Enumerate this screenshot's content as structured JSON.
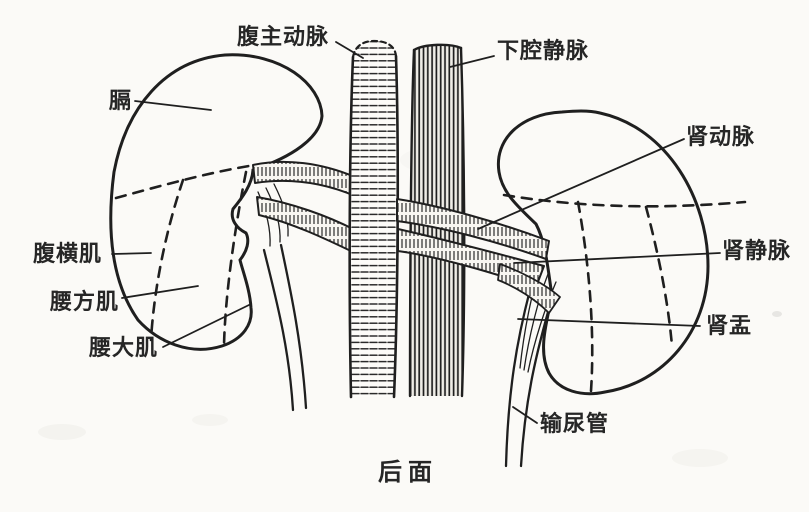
{
  "figure": {
    "caption": "后面",
    "colors": {
      "background": "#fbfaf7",
      "ink": "#1f1f1f"
    },
    "labels": [
      {
        "id": "abdominal-aorta",
        "text": "腹主动脉"
      },
      {
        "id": "inferior-vena-cava",
        "text": "下腔静脉"
      },
      {
        "id": "diaphragm",
        "text": "膈"
      },
      {
        "id": "renal-artery",
        "text": "肾动脉"
      },
      {
        "id": "transversus-abdominis",
        "text": "腹横肌"
      },
      {
        "id": "renal-vein",
        "text": "肾静脉"
      },
      {
        "id": "quadratus-lumborum",
        "text": "腰方肌"
      },
      {
        "id": "renal-pelvis",
        "text": "肾盂"
      },
      {
        "id": "psoas-major",
        "text": "腰大肌"
      },
      {
        "id": "ureter",
        "text": "输尿管"
      }
    ]
  }
}
